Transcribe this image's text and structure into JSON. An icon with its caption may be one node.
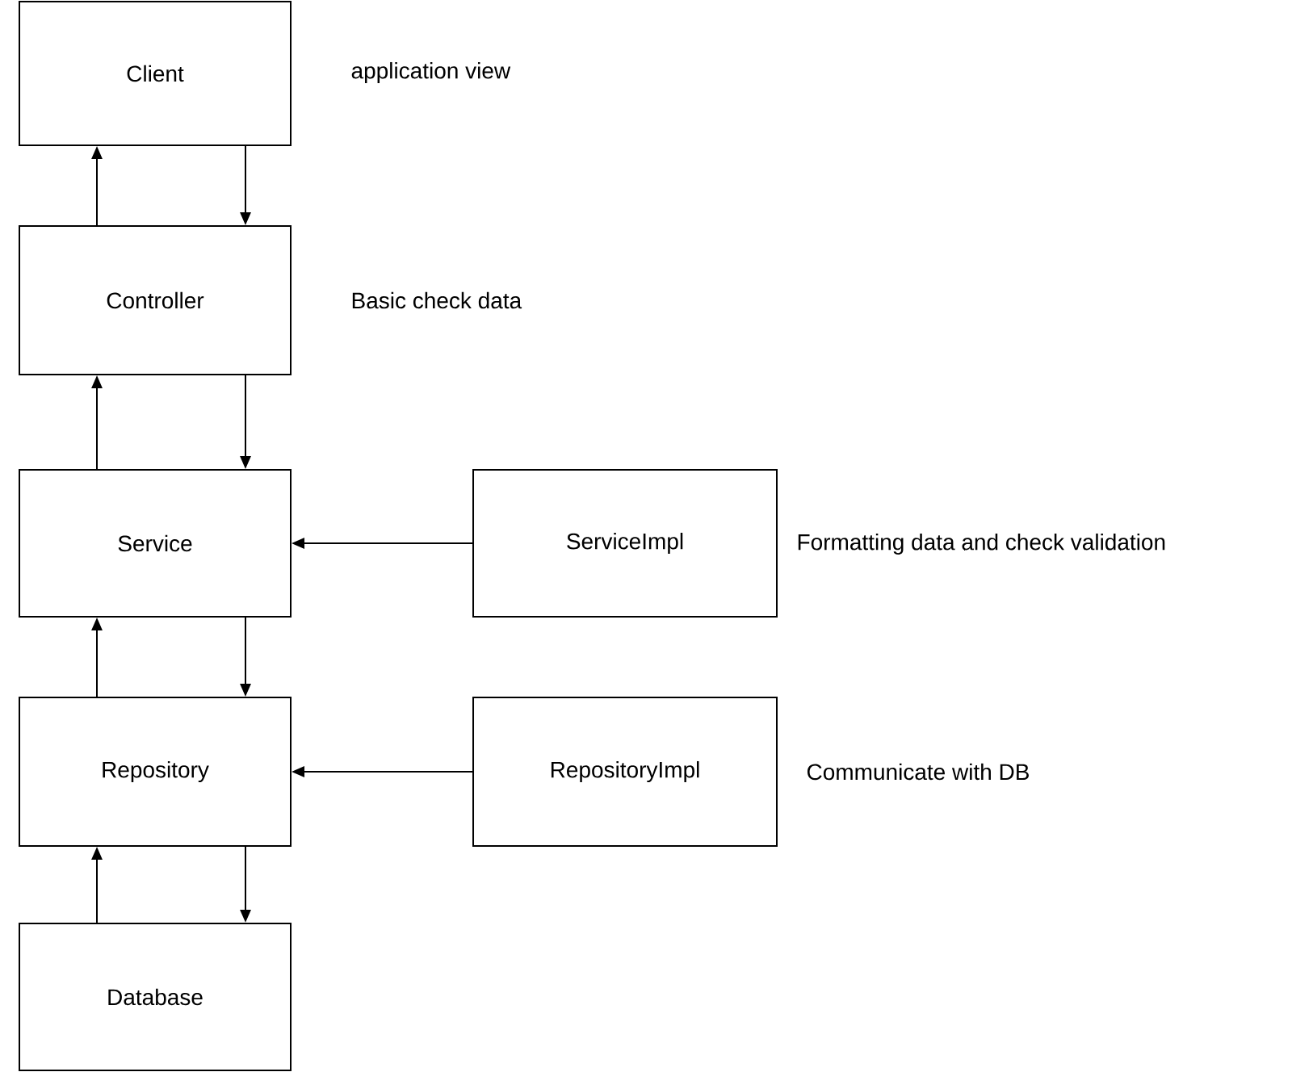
{
  "diagram": {
    "nodes": [
      {
        "text": [
          "Client"
        ],
        "beside": [
          "application view"
        ]
      },
      {
        "text": [
          "Controller"
        ],
        "beside": [
          "Basic check data"
        ]
      },
      {
        "text": [
          "Service"
        ]
      },
      {
        "text": [
          "ServiceImpl"
        ],
        "beside": [
          "Formatting data and check validation"
        ]
      },
      {
        "text": [
          "Repository"
        ]
      },
      {
        "text": [
          "RepositoryImpl"
        ],
        "beside": [
          "Communicate with DB"
        ]
      },
      {
        "text": [
          "Database"
        ]
      }
    ],
    "edges": [
      {
        "from": 1,
        "to": 0,
        "arrow": "to"
      },
      {
        "from": 0,
        "to": 1,
        "arrow": "to"
      },
      {
        "from": 2,
        "to": 1,
        "arrow": "to"
      },
      {
        "from": 1,
        "to": 2,
        "arrow": "to"
      },
      {
        "from": 3,
        "to": 2,
        "arrow": "to"
      },
      {
        "from": 4,
        "to": 2,
        "arrow": "to"
      },
      {
        "from": 2,
        "to": 4,
        "arrow": "to"
      },
      {
        "from": 5,
        "to": 4,
        "arrow": "to"
      },
      {
        "from": 6,
        "to": 4,
        "arrow": "to"
      },
      {
        "from": 4,
        "to": 6,
        "arrow": "to"
      }
    ]
  }
}
